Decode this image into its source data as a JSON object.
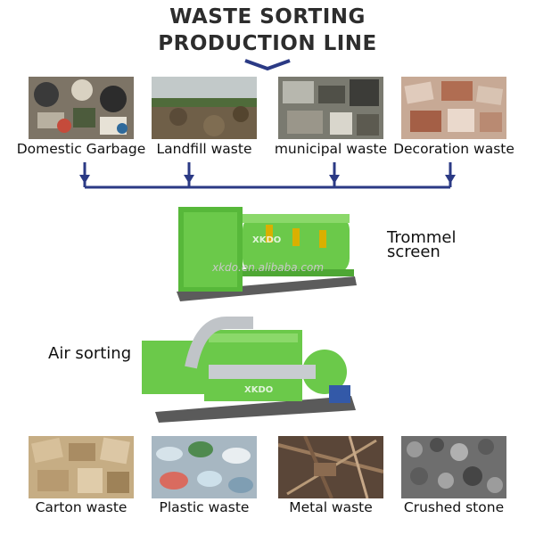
{
  "title": {
    "line1": "WASTE SORTING",
    "line2": "PRODUCTION LINE"
  },
  "inputs": [
    {
      "label": "Domestic Garbage"
    },
    {
      "label": "Landfill waste"
    },
    {
      "label": "municipal waste"
    },
    {
      "label": "Decoration waste"
    }
  ],
  "machines": {
    "trommel": {
      "line1": "Trommel",
      "line2": "screen"
    },
    "air_sorting": {
      "label": "Air sorting"
    }
  },
  "outputs": [
    {
      "label": "Carton waste"
    },
    {
      "label": "Plastic waste"
    },
    {
      "label": "Metal waste"
    },
    {
      "label": "Crushed stone"
    }
  ],
  "watermark": "xkdo.en.alibaba.com",
  "colors": {
    "flow_line": "#2b3a85",
    "machine_green": "#6bc94a",
    "title_text": "#2d2d2d"
  }
}
